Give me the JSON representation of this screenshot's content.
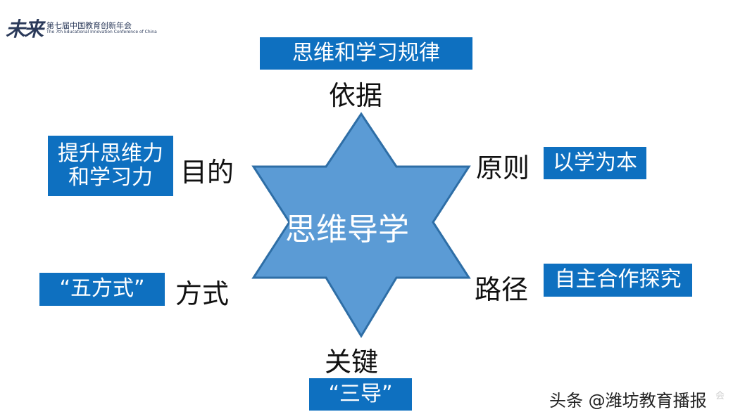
{
  "header": {
    "logo_mark": "未来",
    "conference_title": "第七届中国教育创新年会",
    "conference_subtitle": "The 7th Educational Innovation Conference of China"
  },
  "center": {
    "label": "思维导学"
  },
  "points": {
    "top": {
      "label": "依据",
      "box": "思维和学习规律"
    },
    "upper_left": {
      "label": "目的",
      "box_line1": "提升思维力",
      "box_line2": "和学习力"
    },
    "upper_right": {
      "label": "原则",
      "box": "以学为本"
    },
    "lower_left": {
      "label": "方式",
      "box": "“五方式”"
    },
    "lower_right": {
      "label": "路径",
      "box": "自主合作探究"
    },
    "bottom": {
      "label": "关键",
      "box": "“三导”"
    }
  },
  "watermark": {
    "text": "头条 @潍坊教育播报",
    "faint": "会"
  },
  "colors": {
    "box_blue": "#0e70c0",
    "star_fill": "#5b9bd5",
    "star_stroke": "#2e6ea6"
  }
}
